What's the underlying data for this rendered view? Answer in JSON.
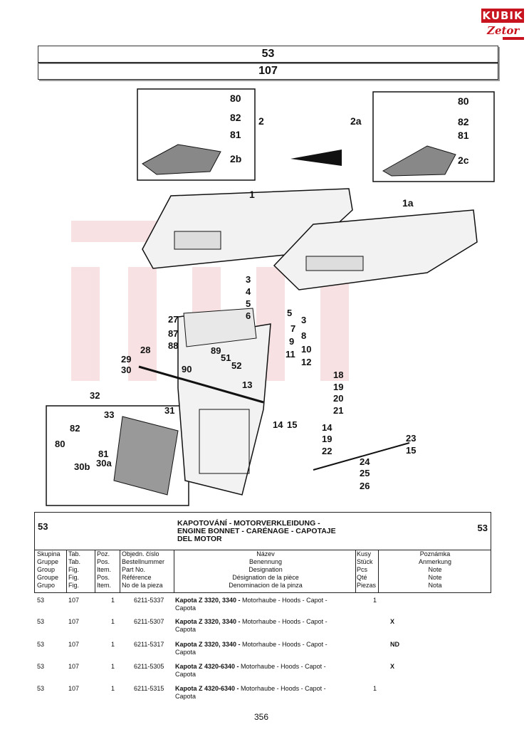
{
  "logo": {
    "brand": "KUBIK",
    "sub": "Zetor"
  },
  "header": {
    "group": "53",
    "table": "107"
  },
  "callouts": [
    "80",
    "82",
    "81",
    "2",
    "2b",
    "80",
    "82",
    "81",
    "2a",
    "2c",
    "1",
    "1a",
    "3",
    "4",
    "5",
    "6",
    "5",
    "3",
    "7",
    "8",
    "9",
    "10",
    "11",
    "12",
    "27",
    "87",
    "88",
    "89",
    "51",
    "52",
    "90",
    "28",
    "29",
    "30",
    "13",
    "32",
    "33",
    "31",
    "14",
    "15",
    "82",
    "80",
    "81",
    "30b",
    "30a",
    "18",
    "19",
    "20",
    "21",
    "14",
    "19",
    "22",
    "23",
    "15",
    "24",
    "25",
    "26"
  ],
  "table": {
    "group_left": "53",
    "group_right": "53",
    "title_lines": [
      "KAPOTOVÁNÍ - MOTORVERKLEIDUNG -",
      "ENGINE BONNET - CARÉNAGE - CAPOTAJE",
      "DEL MOTOR"
    ],
    "col_skupina": [
      "Skupina",
      "Gruppe",
      "Group",
      "Groupe",
      "Grupo"
    ],
    "col_tab": [
      "Tab.",
      "Tab.",
      "Fig.",
      "Fig.",
      "Fig."
    ],
    "col_poz": [
      "Poz.",
      "Pos.",
      "Item.",
      "Pos.",
      "Item."
    ],
    "col_part": [
      "Objedn. číslo",
      "Bestellnummer",
      "Part No.",
      "Référence",
      "No de la pieza"
    ],
    "col_name": [
      "Název",
      "Benennung",
      "Designation",
      "Désignation de la pièce",
      "Denominacion de la pinza"
    ],
    "col_qty": [
      "Kusy",
      "Stück",
      "Pcs",
      "Qté",
      "Piezas"
    ],
    "col_note": [
      "Poznámka",
      "Anmerkung",
      "Note",
      "Note",
      "Nota"
    ]
  },
  "rows": [
    {
      "group": "53",
      "tab": "107",
      "pos": "1",
      "part": "6211-5337",
      "name_bold": "Kapota Z 3320, 3340 -",
      "name_rest": " Motorhaube - Hoods - Capot -",
      "name_line2": "Capota",
      "qty": "1",
      "note": ""
    },
    {
      "group": "53",
      "tab": "107",
      "pos": "1",
      "part": "6211-5307",
      "name_bold": "Kapota Z 3320, 3340 -",
      "name_rest": " Motorhaube - Hoods - Capot -",
      "name_line2": "Capota",
      "qty": "",
      "note": "X"
    },
    {
      "group": "53",
      "tab": "107",
      "pos": "1",
      "part": "6211-5317",
      "name_bold": "Kapota Z 3320, 3340 -",
      "name_rest": " Motorhaube - Hoods - Capot -",
      "name_line2": "Capota",
      "qty": "",
      "note": "ND"
    },
    {
      "group": "53",
      "tab": "107",
      "pos": "1",
      "part": "6211-5305",
      "name_bold": "Kapota Z 4320-6340 -",
      "name_rest": " Motorhaube - Hoods - Capot -",
      "name_line2": "Capota",
      "qty": "",
      "note": "X"
    },
    {
      "group": "53",
      "tab": "107",
      "pos": "1",
      "part": "6211-5315",
      "name_bold": "Kapota Z 4320-6340 -",
      "name_rest": " Motorhaube - Hoods - Capot -",
      "name_line2": "Capota",
      "qty": "1",
      "note": ""
    }
  ],
  "page_number": "356"
}
